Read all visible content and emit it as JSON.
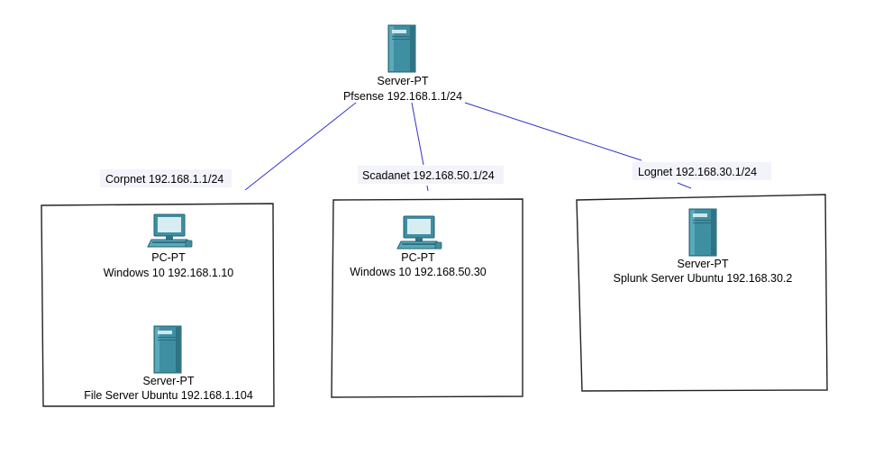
{
  "router": {
    "type_label": "Server-PT",
    "name_label": "Pfsense 192.168.1.1/24"
  },
  "networks": [
    {
      "label": "Corpnet 192.168.1.1/24"
    },
    {
      "label": "Scadanet 192.168.50.1/24"
    },
    {
      "label": "Lognet 192.168.30.1/24"
    }
  ],
  "devices": [
    {
      "type_label": "PC-PT",
      "name_label": "Windows 10 192.168.1.10",
      "icon": "pc-icon"
    },
    {
      "type_label": "Server-PT",
      "name_label": "File Server Ubuntu 192.168.1.104",
      "icon": "server-icon"
    },
    {
      "type_label": "PC-PT",
      "name_label": "Windows 10 192.168.50.30",
      "icon": "pc-icon"
    },
    {
      "type_label": "Server-PT",
      "name_label": "Splunk Server Ubuntu 192.168.30.2",
      "icon": "server-icon"
    }
  ],
  "colors": {
    "link": "#3333cc",
    "device": "#3f8fa3",
    "box_border": "#222222"
  }
}
